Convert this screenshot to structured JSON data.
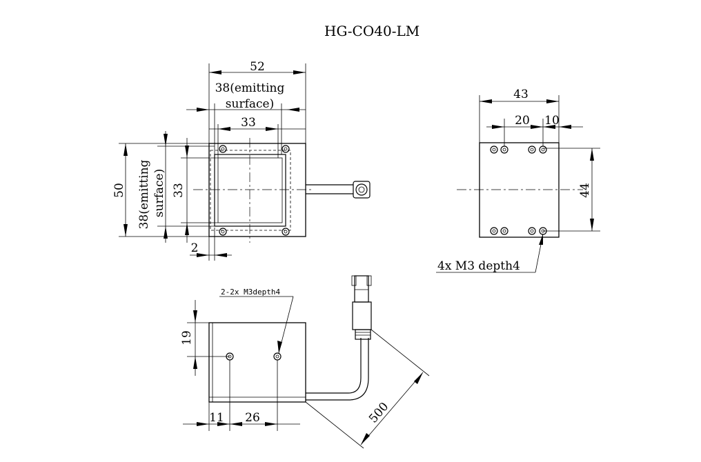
{
  "title": "HG-CO40-LM",
  "front_view": {
    "width_overall": "52",
    "emitting_width": "38(emitting",
    "emitting_width_2": "surface)",
    "inner_width": "33",
    "height_overall": "50",
    "emitting_height": "38(emitting",
    "emitting_height_2": "surface)",
    "inner_height": "33",
    "offset": "2"
  },
  "back_view": {
    "width_overall": "43",
    "hole_spacing": "20",
    "hole_edge": "10",
    "hole_vertical": "44",
    "note": "4x M3 depth4"
  },
  "side_view": {
    "note": "2-2x M3depth4",
    "hole_height": "19",
    "hole_x1": "11",
    "hole_x2": "26",
    "cable_length": "500"
  }
}
